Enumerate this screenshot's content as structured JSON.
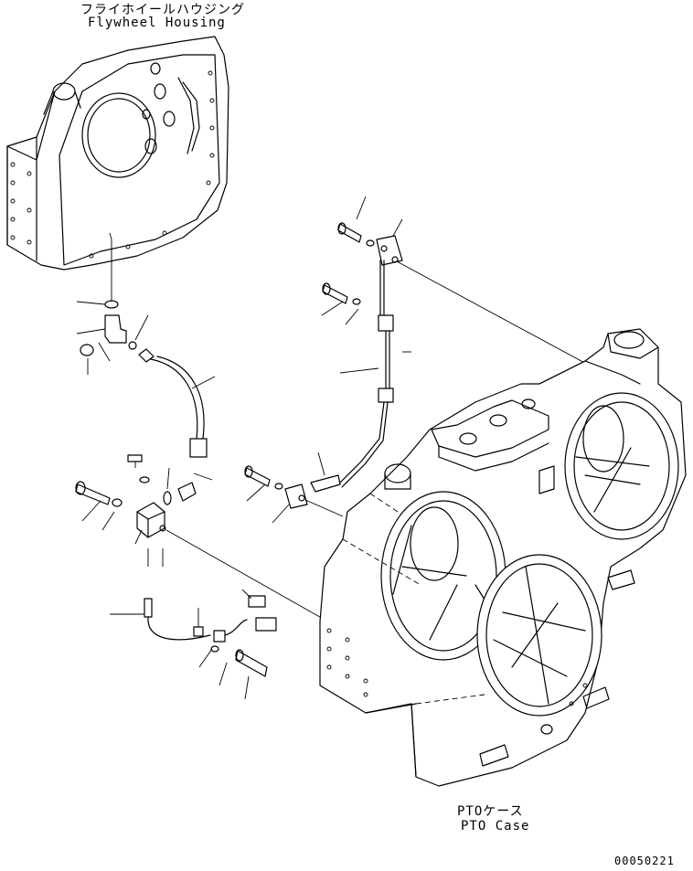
{
  "labels": {
    "flywheel_housing_jp": "フライホイールハウジング",
    "flywheel_housing_en": "Flywheel Housing",
    "pto_case_jp": "PTOケース",
    "pto_case_en": "PTO Case",
    "drawing_number": "00050221"
  },
  "colors": {
    "line": "#000000",
    "background": "#ffffff"
  }
}
